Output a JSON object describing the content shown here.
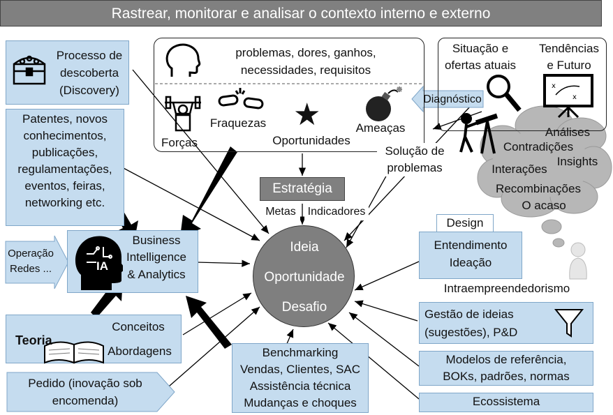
{
  "title": "Rastrear, monitorar e analisar o contexto interno e externo",
  "center": {
    "line1": "Ideia",
    "line2": "Oportunidade",
    "line3": "Desafio"
  },
  "swot": {
    "top_line1": "problemas, dores, ganhos,",
    "top_line2": "necessidades, requisitos",
    "forcas": "Forças",
    "fraquezas": "Fraquezas",
    "oportunidades": "Oportunidades",
    "ameacas": "Ameaças"
  },
  "situacao": {
    "line1": "Situação e",
    "line2": "ofertas atuais"
  },
  "tendencias": {
    "line1": "Tendências",
    "line2": "e Futuro"
  },
  "diagnostico": "Diagnóstico",
  "solucao": {
    "line1": "Solução de",
    "line2": "problemas"
  },
  "cloud": {
    "analises": "Análises",
    "contradicoes": "Contradições",
    "insights": "Insights",
    "interacoes": "Interações",
    "recombinacoes": "Recombinações",
    "acaso": "O acaso"
  },
  "estrategia": "Estratégia",
  "metas": "Metas",
  "indicadores": "Indicadores",
  "discovery": {
    "line1": "Processo de",
    "line2": "descoberta",
    "line3": "(Discovery)"
  },
  "patentes": {
    "lines": [
      "Patentes, novos",
      "conhecimentos,",
      "publicações,",
      "regulamentações,",
      "eventos, feiras,",
      "networking etc."
    ]
  },
  "bi": {
    "line1": "Business",
    "line2": "Intelligence",
    "line3": "& Analytics",
    "ia": "IA"
  },
  "operacao": {
    "line1": "Operação",
    "line2": "Redes ..."
  },
  "teoria": {
    "label": "Teoria",
    "conceitos": "Conceitos",
    "abordagens": "Abordagens"
  },
  "pedido": {
    "line1": "Pedido (inovação sob",
    "line2": "encomenda)"
  },
  "benchmarking": {
    "lines": [
      "Benchmarking",
      "Vendas, Clientes, SAC",
      "Assistência técnica",
      "Mudanças e choques"
    ]
  },
  "design": {
    "label": "Design",
    "line1": "Entendimento",
    "line2": "Ideação"
  },
  "intraempreendedorismo": "Intraempreendedorismo",
  "gestao": {
    "line1": "Gestão de ideias",
    "line2": "(sugestões), P&D"
  },
  "modelos": {
    "line1": "Modelos de referência,",
    "line2": "BOKs, padrões, normas"
  },
  "ecossistema": "Ecossistema",
  "colors": {
    "box_fill": "#c5dcef",
    "box_border": "#7fa6c8",
    "title_fill": "#808080",
    "center_fill": "#7f7f7f",
    "cloud_fill": "#b7b7b7",
    "arrow": "#000000"
  },
  "icons": [
    "treasure-chest-icon",
    "head-icon",
    "weightlifter-icon",
    "broken-chain-icon",
    "star-icon",
    "bomb-icon",
    "magnifier-icon",
    "strategy-board-icon",
    "telescope-person-icon",
    "ai-head-icon",
    "open-book-icon",
    "funnel-icon",
    "thinking-person-icon"
  ]
}
